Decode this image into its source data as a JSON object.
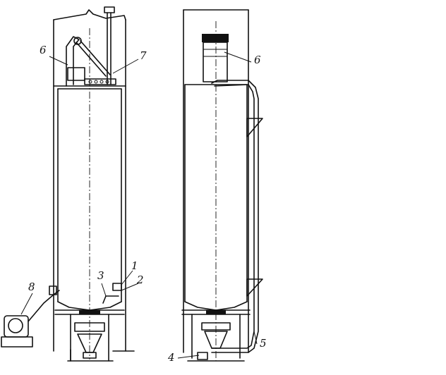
{
  "figure": {
    "callouts": {
      "c1": "1",
      "c2": "2",
      "c3": "3",
      "c4": "4",
      "c5": "5",
      "c6_left": "6",
      "c6_right": "6",
      "c7": "7",
      "c8": "8"
    }
  }
}
